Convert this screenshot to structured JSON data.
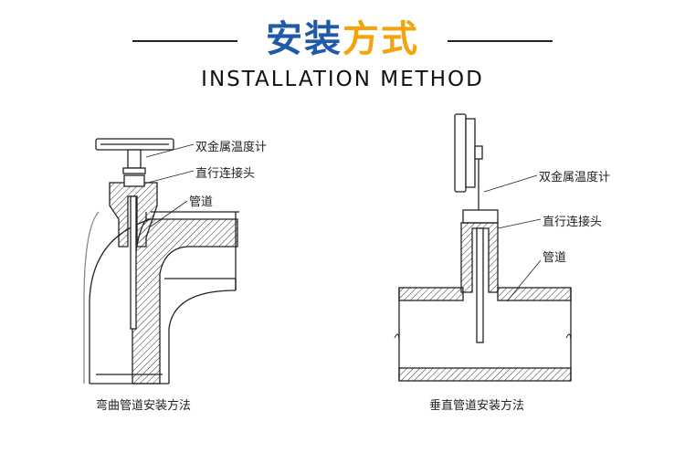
{
  "header": {
    "title_part1": "安装",
    "title_part2": "方式",
    "subtitle": "INSTALLATION METHOD",
    "title_colors": {
      "part1": "#1f5aa8",
      "part2": "#f4a30d"
    }
  },
  "left_diagram": {
    "labels": {
      "thermometer": "双金属温度计",
      "connector": "直行连接头",
      "pipe": "管道"
    },
    "caption": "弯曲管道安装方法"
  },
  "right_diagram": {
    "labels": {
      "thermometer": "双金属温度计",
      "connector": "直行连接头",
      "pipe": "管道"
    },
    "caption": "垂直管道安装方法"
  }
}
